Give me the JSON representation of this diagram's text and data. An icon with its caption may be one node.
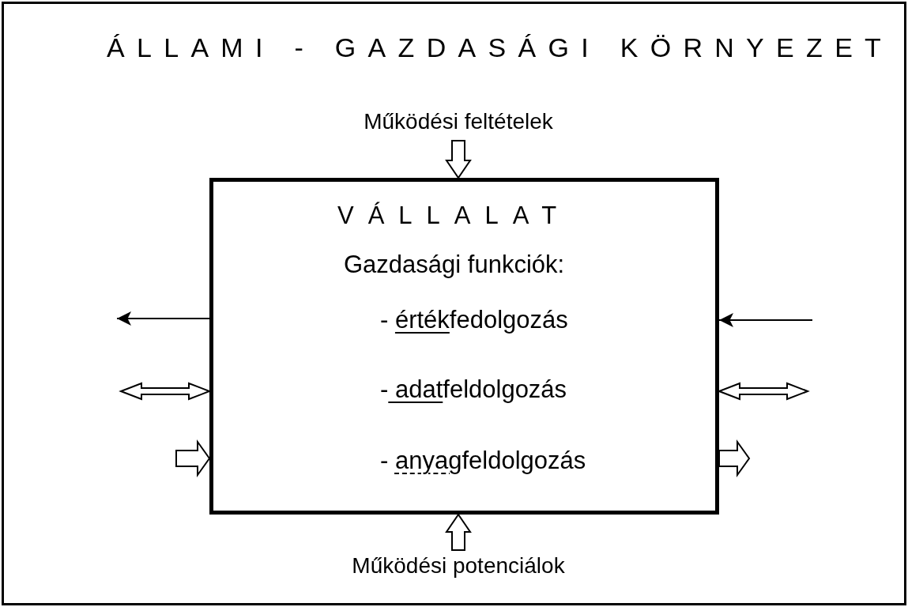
{
  "diagram": {
    "nodes": [
      {
        "text": [
          "ÁLLAMI - GAZDASÁGI KÖRNYEZET"
        ]
      },
      {
        "text": [
          "VÁLLALAT",
          "Gazdasági funkciók:",
          "- értékfedolgozás",
          "- adatfeldolgozás",
          "- anyagfeldolgozás"
        ],
        "in": 0
      },
      {
        "text": [
          "Működési feltételek"
        ],
        "in": 0
      },
      {
        "text": [
          "Működési potenciálok"
        ],
        "in": 0
      }
    ],
    "edges": [
      {
        "from": 2,
        "to": 1,
        "arrow": "to",
        "style": "thick"
      },
      {
        "from": 3,
        "to": 1,
        "arrow": "to",
        "style": "thick"
      },
      {
        "from": 1,
        "to": null,
        "arrow": "to"
      },
      {
        "from": null,
        "to": 1,
        "arrow": "both",
        "style": "thick"
      },
      {
        "from": null,
        "to": 1,
        "arrow": "to",
        "style": "thick"
      },
      {
        "from": null,
        "to": 1,
        "arrow": "to"
      },
      {
        "from": 1,
        "to": null,
        "arrow": "both",
        "style": "thick"
      },
      {
        "from": 1,
        "to": null,
        "arrow": "to",
        "style": "thick"
      }
    ]
  }
}
